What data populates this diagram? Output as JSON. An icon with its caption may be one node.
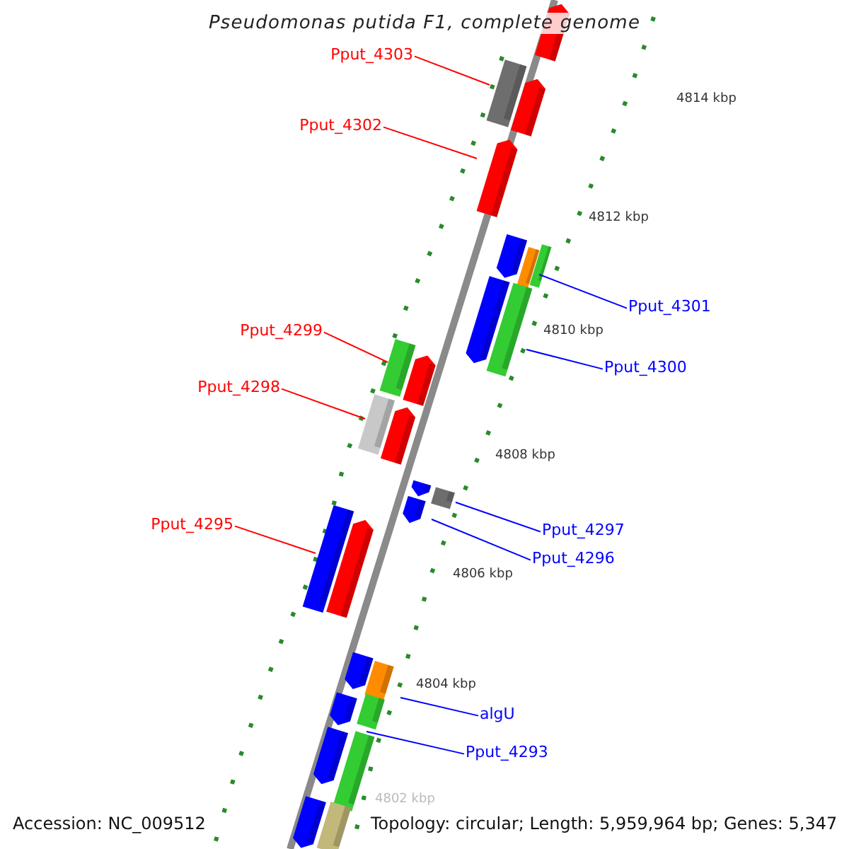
{
  "diagram": {
    "title": "Pseudomonas putida F1, complete genome",
    "nodes": [
      {
        "text": [
          "Pput_4303"
        ]
      },
      {
        "text": [
          "Pput_4302"
        ]
      },
      {
        "text": [
          "Pput_4301"
        ]
      },
      {
        "text": [
          "Pput_4300"
        ]
      },
      {
        "text": [
          "Pput_4299"
        ]
      },
      {
        "text": [
          "Pput_4298"
        ]
      },
      {
        "text": [
          "Pput_4297"
        ]
      },
      {
        "text": [
          "Pput_4296"
        ]
      },
      {
        "text": [
          "Pput_4295"
        ]
      },
      {
        "text": [
          "algU"
        ]
      },
      {
        "text": [
          "Pput_4293"
        ]
      }
    ],
    "edges": [
      {
        "from": 0,
        "to": null,
        "arrow": "none",
        "color": "#ff0000"
      },
      {
        "from": 1,
        "to": null,
        "arrow": "none",
        "color": "#ff0000"
      },
      {
        "from": 2,
        "to": null,
        "arrow": "none"
      },
      {
        "from": 3,
        "to": null,
        "arrow": "none"
      },
      {
        "from": 4,
        "to": null,
        "arrow": "none",
        "color": "#ff0000"
      },
      {
        "from": 5,
        "to": null,
        "arrow": "none",
        "color": "#ff0000"
      },
      {
        "from": 6,
        "to": null,
        "arrow": "none"
      },
      {
        "from": 7,
        "to": null,
        "arrow": "none"
      },
      {
        "from": 8,
        "to": null,
        "arrow": "none",
        "color": "#ff0000"
      },
      {
        "from": 9,
        "to": null,
        "arrow": "none"
      },
      {
        "from": 10,
        "to": null,
        "arrow": "none"
      }
    ],
    "labels": [
      "4814 kbp",
      "4812 kbp",
      "4810 kbp",
      "4808 kbp",
      "4806 kbp",
      "4804 kbp",
      "4802 kbp",
      "Accession: NC_009512",
      "Topology: circular; Length: 5,959,964 bp; Genes: 5,347"
    ]
  }
}
